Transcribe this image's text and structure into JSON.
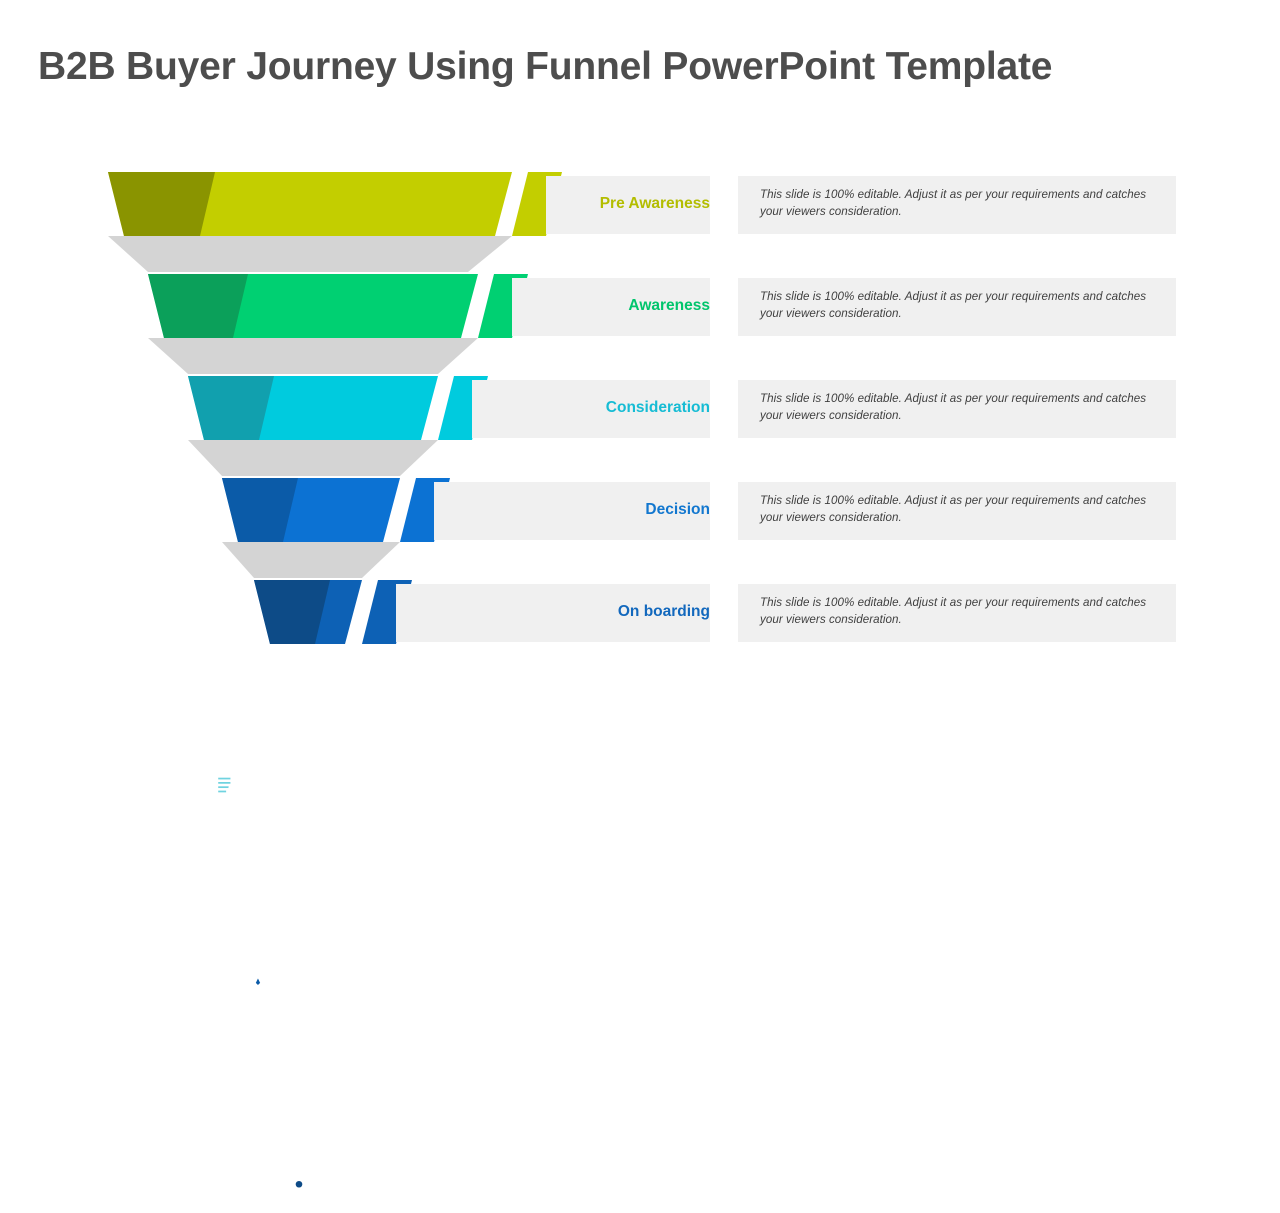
{
  "slide": {
    "title": "B2B Buyer Journey Using Funnel PowerPoint Template",
    "title_color": "#4d4d4d",
    "background": "#ffffff"
  },
  "funnel": {
    "shadow_color": "#d4d4d4",
    "label_box_color": "#f0f0f0",
    "description_box_color": "#f0f0f0",
    "stages": [
      {
        "label": "Pre Awareness",
        "icon": "heads-exchange-icon",
        "color": "#c3ce00",
        "icon_panel_color": "#8a9400",
        "label_color": "#b3bd00",
        "description": "This slide is 100%  editable. Adjust it as per your requirements and catches your viewers consideration."
      },
      {
        "label": "Awareness",
        "icon": "head-arrows-icon",
        "color": "#00d072",
        "icon_panel_color": "#0ba05a",
        "label_color": "#00c56c",
        "description": "This slide is 100%  editable. Adjust it as per your requirements and catches your viewers consideration."
      },
      {
        "label": "Consideration",
        "icon": "document-pencil-icon",
        "color": "#00cbde",
        "icon_panel_color": "#11a0ae",
        "label_color": "#16bcd4",
        "description": "This slide is 100%  editable. Adjust it as per your requirements and catches your viewers consideration."
      },
      {
        "label": "Decision",
        "icon": "businessman-arrows-icon",
        "color": "#0c72d3",
        "icon_panel_color": "#0b5ba8",
        "label_color": "#1277cf",
        "description": "This slide is 100%  editable. Adjust it as per your requirements and catches your viewers consideration."
      },
      {
        "label": "On boarding",
        "icon": "rocket-icon",
        "color": "#0d61b5",
        "icon_panel_color": "#0d4b87",
        "label_color": "#1268bd",
        "description": "This slide is 100%  editable. Adjust it as per your requirements and catches your viewers consideration."
      }
    ]
  }
}
